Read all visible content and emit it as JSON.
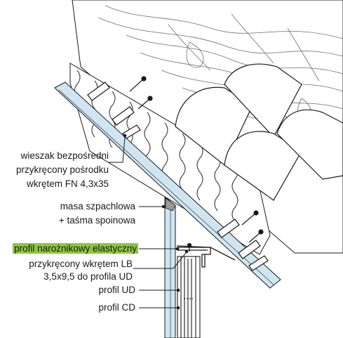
{
  "labels": {
    "wieszak_line1": "wieszak bezpośredni",
    "wieszak_line2": "przykręcony pośrodku",
    "wieszak_line3": "wkrętem FN 4,3x35",
    "masa_line1": "masa szpachlowa",
    "masa_line2": "+ taśma spoinowa",
    "profil_naroznikowy": "profil narożnikowy elastyczny",
    "przykrecony_line1": "przykręcony wkrętem LB",
    "przykrecony_line2": "3,5x9,5 do profila UD",
    "profil_ud": "profil UD",
    "profil_cd": "profil CD"
  },
  "colors": {
    "board_blue": "#cfe6f2",
    "highlight_green": "#8dc63f",
    "line": "#1a1a1a"
  }
}
